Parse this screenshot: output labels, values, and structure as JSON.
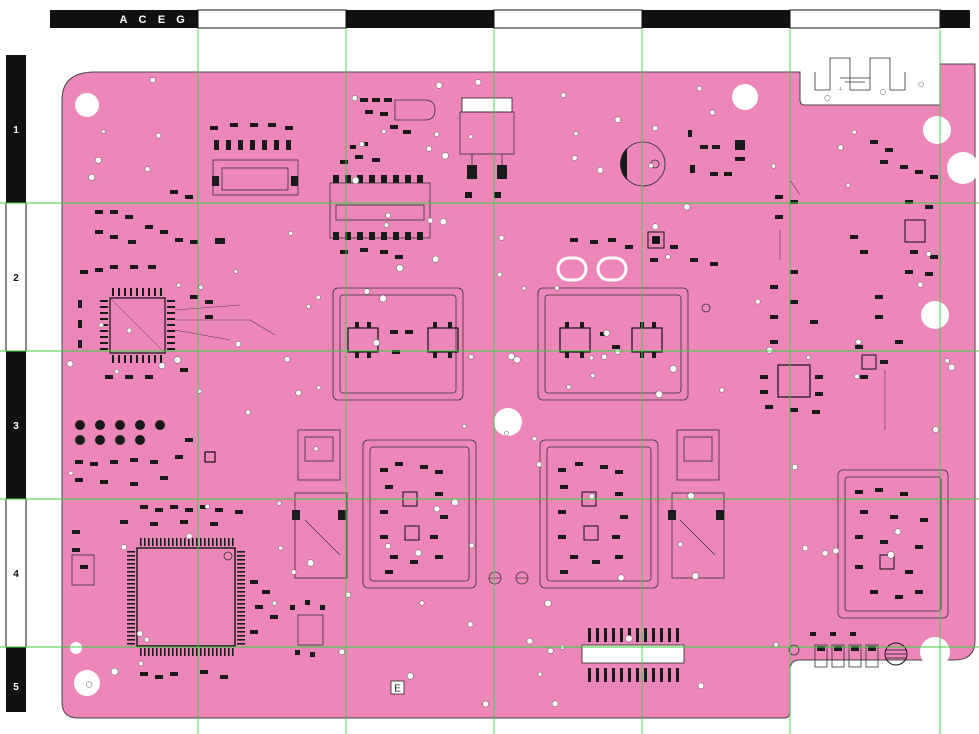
{
  "ruler": {
    "column_labels": [
      "A",
      "C",
      "E",
      "G"
    ],
    "row_labels": [
      "1",
      "2",
      "3",
      "4",
      "5"
    ]
  },
  "board": {
    "marker_label": "E",
    "colors": {
      "board": "#ed87b9",
      "silkscreen": "#222222",
      "grid_lines": "#3cd23c",
      "mounting_holes": "#ffffff"
    }
  }
}
